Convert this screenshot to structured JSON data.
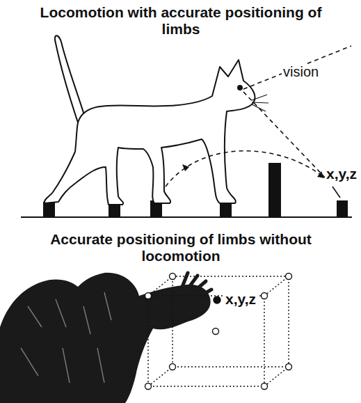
{
  "diagram": {
    "labels": [
      "Locomotion with accurate positioning of limbs",
      "vision",
      "x,y,z",
      "Accurate positioning of limbs without locomotion",
      "x,y,z"
    ]
  }
}
